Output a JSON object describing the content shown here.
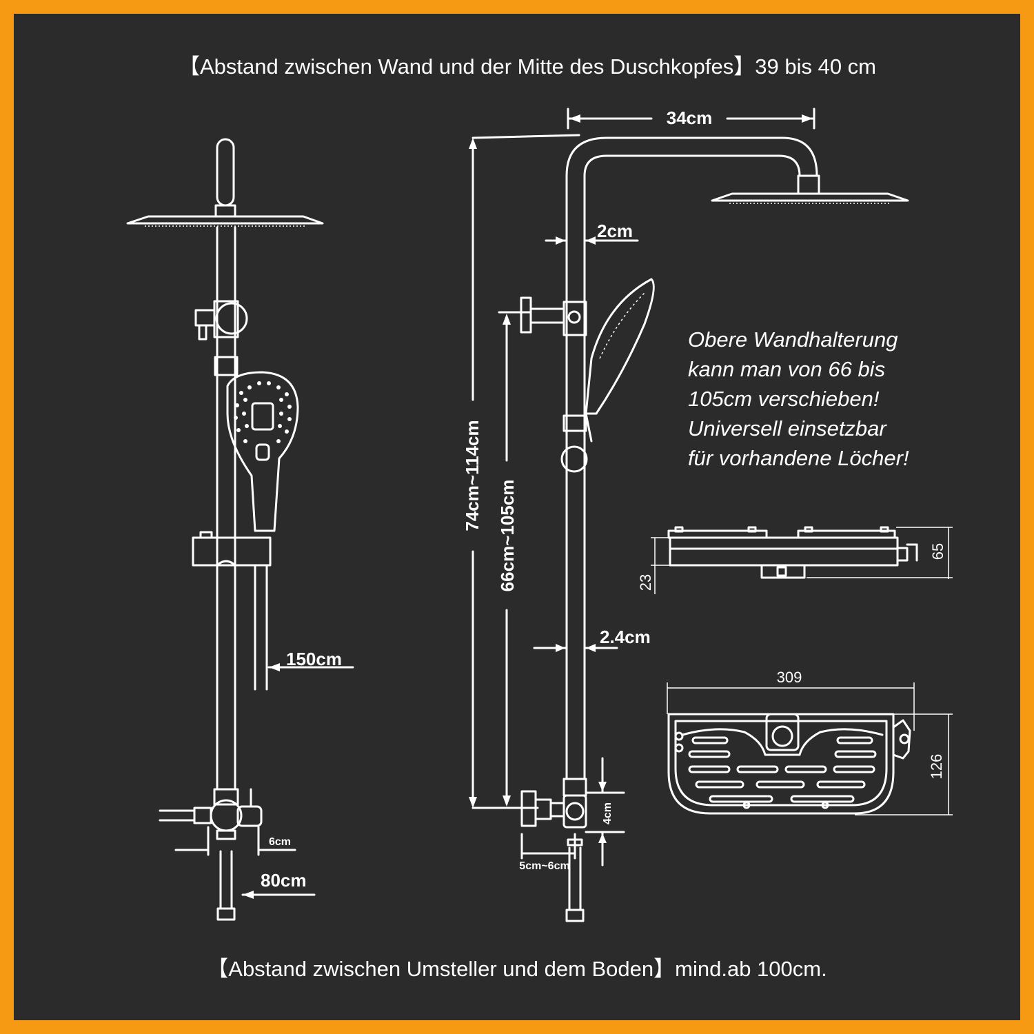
{
  "header": {
    "top": "【Abstand zwischen Wand und der Mitte des Duschkopfes】39 bis 40 cm",
    "bottom": "【Abstand zwischen Umsteller und dem Boden】mind.ab 100cm."
  },
  "dimensions": {
    "head_width": "34cm",
    "pipe_upper": "2cm",
    "pipe_lower": "2.4cm",
    "total_height": "74cm~114cm",
    "bracket_range": "66cm~105cm",
    "hose": "150cm",
    "inlet_hose": "80cm",
    "inlet_offset": "6cm",
    "valve": "4cm",
    "valve_offset": "5cm~6cm"
  },
  "note": {
    "lines": [
      "Obere Wandhalterung",
      "kann man von 66 bis",
      "105cm verschieben!",
      "Universell einsetzbar",
      "für vorhandene Löcher!"
    ]
  },
  "shelf": {
    "side_height_left": "23",
    "side_height_right": "65",
    "width": "309",
    "depth": "126"
  },
  "colors": {
    "frame": "#F79A13",
    "panel": "#2B2B2B",
    "lines": "#FFFFFF"
  }
}
